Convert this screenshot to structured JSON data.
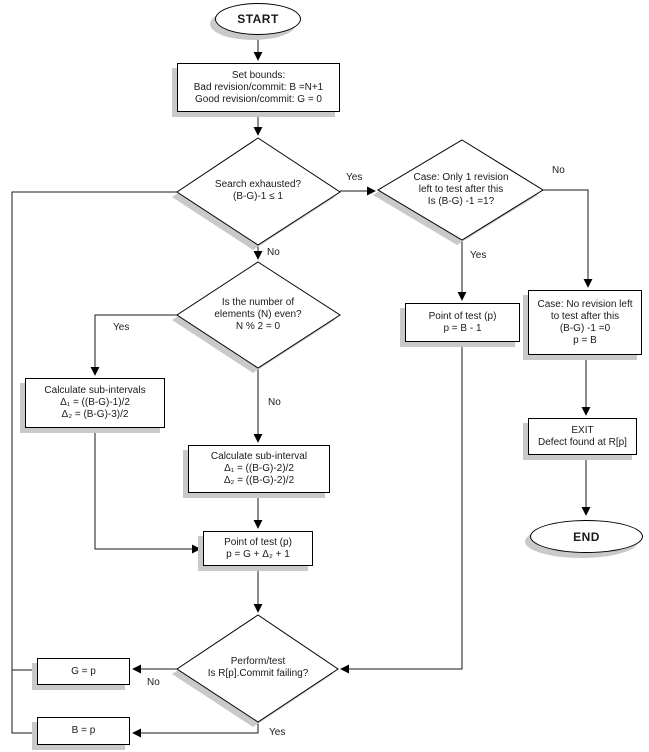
{
  "nodes": {
    "start": {
      "label": "START"
    },
    "set_bounds": {
      "lines": [
        "Set bounds:",
        "Bad revision/commit: B =N+1",
        "Good revision/commit: G = 0"
      ]
    },
    "search_exhausted": {
      "lines": [
        "Search exhausted?",
        "(B-G)-1 ≤ 1"
      ]
    },
    "case_one_revision": {
      "lines": [
        "Case: Only 1 revision",
        "left to test after this",
        "Is (B-G) -1 =1?"
      ]
    },
    "n_even": {
      "lines": [
        "Is the number of",
        "elements (N) even?",
        "N % 2 = 0"
      ]
    },
    "calc_sub_intervals": {
      "lines": [
        "Calculate sub-intervals",
        "Δ₁ = ((B-G)-1)/2",
        "Δ₂ = (B-G)-3)/2"
      ]
    },
    "calc_sub_interval": {
      "lines": [
        "Calculate sub-interval",
        "Δ₁ = ((B-G)-2)/2",
        "Δ₂ = ((B-G)-2)/2"
      ]
    },
    "point_of_test_main": {
      "lines": [
        "Point of test (p)",
        "p = G + Δ₂ + 1"
      ]
    },
    "point_of_test_b1": {
      "lines": [
        "Point of test (p)",
        "p = B - 1"
      ]
    },
    "case_no_revision": {
      "lines": [
        "Case: No revision left",
        "to test after this",
        "(B-G) -1 =0",
        "p = B"
      ]
    },
    "exit": {
      "lines": [
        "EXIT",
        "Defect found at R[p]"
      ]
    },
    "end": {
      "label": "END"
    },
    "perform_test": {
      "lines": [
        "Perform/test",
        "Is R[p].Commit failing?"
      ]
    },
    "g_equals_p": {
      "label": "G = p"
    },
    "b_equals_p": {
      "label": "B = p"
    }
  },
  "edge_labels": {
    "search_yes": "Yes",
    "search_no": "No",
    "case_no": "No",
    "case_yes": "Yes",
    "n_even_yes": "Yes",
    "n_even_no": "No",
    "perform_no": "No",
    "perform_yes": "Yes"
  },
  "colors": {
    "line": "#1a1a1a",
    "shadow": "#c9c9c9",
    "node_border": "#000000",
    "node_bg": "#ffffff",
    "text": "#1a1a1a"
  }
}
